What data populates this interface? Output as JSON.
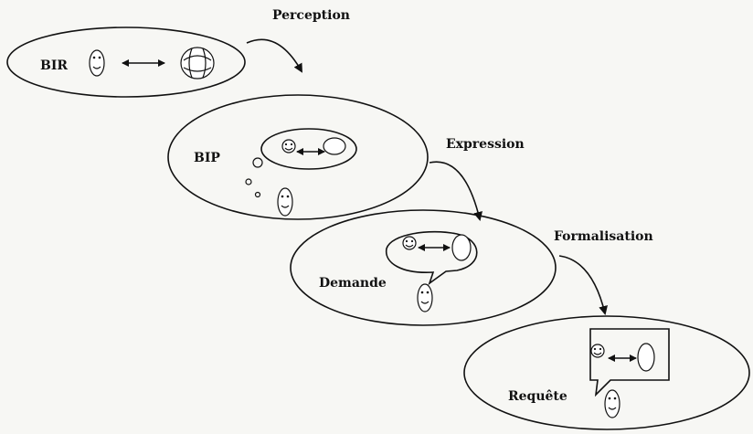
{
  "stages": {
    "bir": {
      "label": "BIR"
    },
    "bip": {
      "label": "BIP"
    },
    "demande": {
      "label": "Demande"
    },
    "requete": {
      "label": "Requête"
    }
  },
  "transitions": {
    "perception": {
      "label": "Perception"
    },
    "expression": {
      "label": "Expression"
    },
    "formalisation": {
      "label": "Formalisation"
    }
  }
}
